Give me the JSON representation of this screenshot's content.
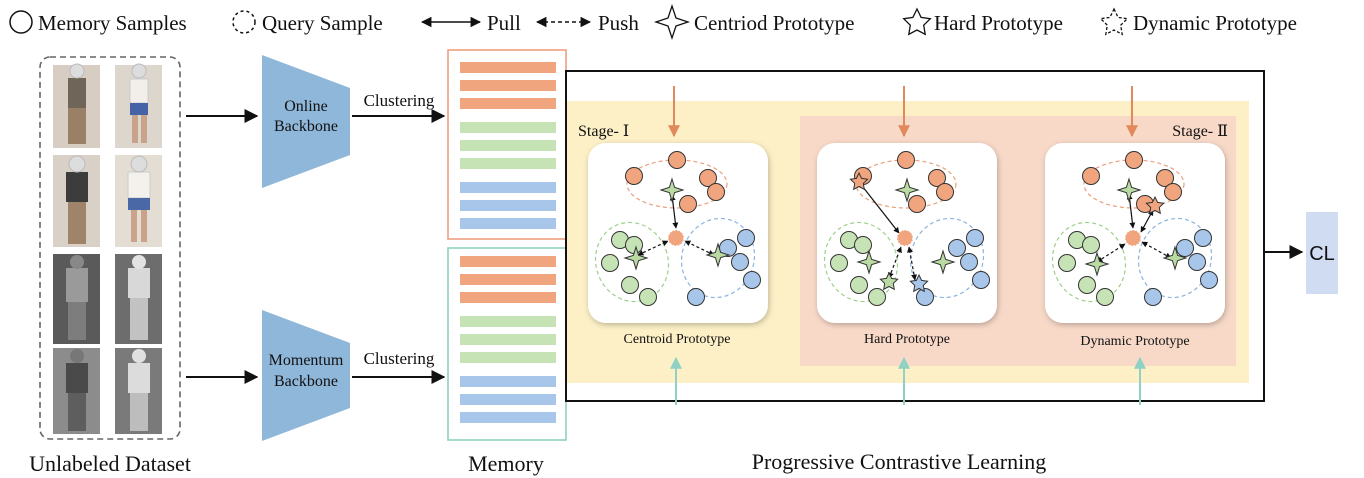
{
  "legend": {
    "memory_samples": "Memory Samples",
    "query_sample": "Query Sample",
    "pull": "Pull",
    "push": "Push",
    "centroid_prototype": "Centriod Prototype",
    "hard_prototype": "Hard Prototype",
    "dynamic_prototype": "Dynamic Prototype"
  },
  "dataset": {
    "caption": "Unlabeled Dataset"
  },
  "backbones": {
    "online": [
      "Online",
      "Backbone"
    ],
    "momentum": [
      "Momentum",
      "Backbone"
    ],
    "clustering_label": "Clustering"
  },
  "memory": {
    "caption": "Memory"
  },
  "stages": {
    "stage1": "Stage- Ⅰ",
    "stage2": "Stage- Ⅱ"
  },
  "panels": {
    "centroid": "Centroid Prototype",
    "hard": "Hard Prototype",
    "dynamic": "Dynamic Prototype"
  },
  "pcl_caption": "Progressive Contrastive Learning",
  "output": "CL",
  "colors": {
    "orange": "#f0a57f",
    "green": "#c6e3b6",
    "blue": "#a7c6ea",
    "star_green": "#b9dba3",
    "backbone": "#8fb7da",
    "stage1_bg": "#fdf0c6",
    "stage2_bg": "#f8d9c8",
    "cl_box": "#cfdcf2"
  }
}
